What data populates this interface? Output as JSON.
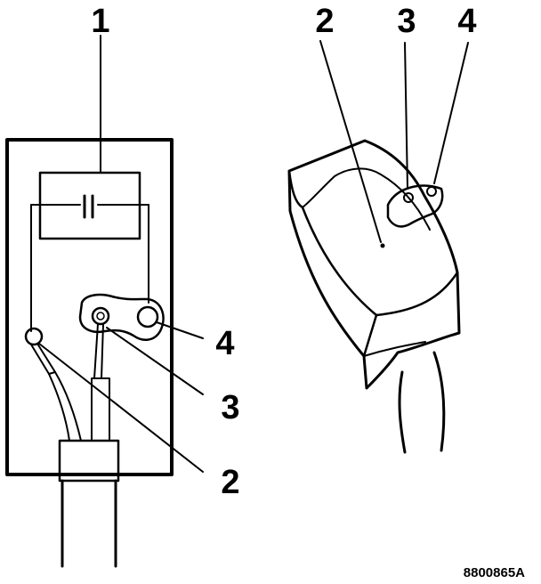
{
  "figure": {
    "left_view": {
      "labels": {
        "capacitor": "1",
        "contact": "2",
        "small_contact": "3",
        "large_contact": "4"
      }
    },
    "right_view": {
      "labels": {
        "hole": "2",
        "contact_3": "3",
        "contact_4": "4"
      }
    },
    "figure_code": "8800865A"
  }
}
